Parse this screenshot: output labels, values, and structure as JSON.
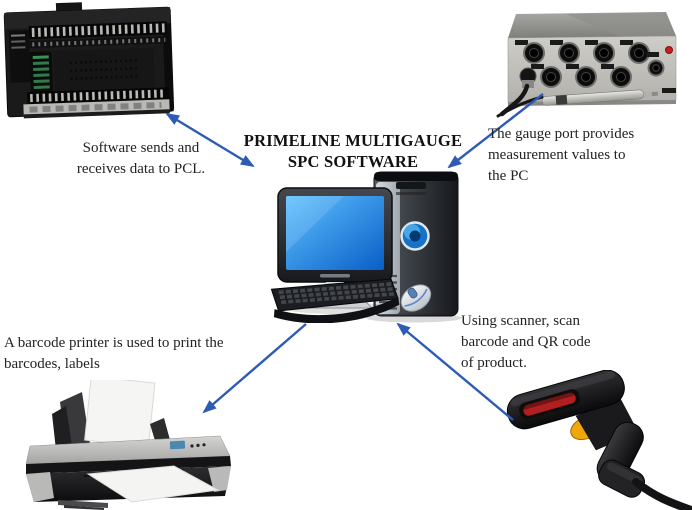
{
  "diagram": {
    "title": "PRIMELINE MULTIGAUGE\nSPC SOFTWARE",
    "annotations": {
      "plc": "Software sends and\nreceives data to PCL.",
      "gauge_port": "The gauge port provides\nmeasurement values to\nthe PC",
      "barcode_printer": "A barcode printer is used to print the\nbarcodes, labels",
      "scanner": "Using scanner, scan\nbarcode and QR code\nof product."
    },
    "icons": {
      "plc": "plc-controller-image",
      "gauge_port": "gauge-port-box-image",
      "computer": "desktop-pc-image",
      "barcode_printer": "barcode-printer-image",
      "scanner": "barcode-scanner-image"
    }
  },
  "colors": {
    "arrow-color": "#2e5cb5",
    "power-blue": "#1473c8",
    "scanner-trigger": "#f0a70c",
    "scanner-window": "#b02020",
    "gauge-led": "#c42020"
  }
}
